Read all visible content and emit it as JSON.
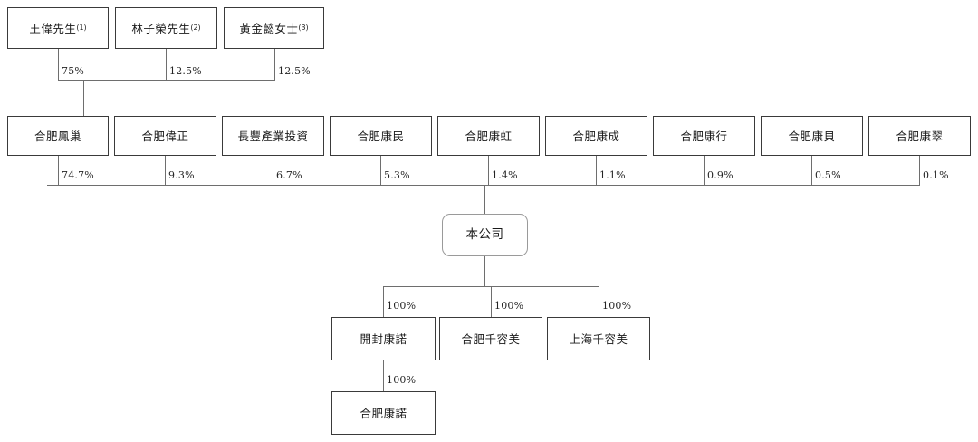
{
  "chart_data": {
    "type": "diagram",
    "title": "",
    "diagram_kind": "shareholding-structure-org-chart",
    "language": "zh-Hant",
    "levels": [
      {
        "level": 1,
        "name": "individual-shareholders",
        "nodes": [
          {
            "id": "wang",
            "label": "王偉先生",
            "footnote": "(1)",
            "stake_to_parent": "75%"
          },
          {
            "id": "lin",
            "label": "林子榮先生",
            "footnote": "(2)",
            "stake_to_parent": "12.5%"
          },
          {
            "id": "huang",
            "label": "黃金懿女士",
            "footnote": "(3)",
            "stake_to_parent": "12.5%"
          }
        ]
      },
      {
        "level": 2,
        "name": "holding-entities",
        "nodes": [
          {
            "id": "hffc",
            "label": "合肥鳳巢",
            "stake_to_company": "74.7%"
          },
          {
            "id": "hfwz",
            "label": "合肥偉正",
            "stake_to_company": "9.3%"
          },
          {
            "id": "cfcytz",
            "label": "長豐產業投資",
            "stake_to_company": "6.7%"
          },
          {
            "id": "hfkm",
            "label": "合肥康民",
            "stake_to_company": "5.3%"
          },
          {
            "id": "hfkh",
            "label": "合肥康虹",
            "stake_to_company": "1.4%"
          },
          {
            "id": "hfkc",
            "label": "合肥康成",
            "stake_to_company": "1.1%"
          },
          {
            "id": "hfkx",
            "label": "合肥康行",
            "stake_to_company": "0.9%"
          },
          {
            "id": "hfkb",
            "label": "合肥康貝",
            "stake_to_company": "0.5%"
          },
          {
            "id": "hfkt",
            "label": "合肥康翠",
            "stake_to_company": "0.1%"
          }
        ]
      },
      {
        "level": 3,
        "name": "company",
        "nodes": [
          {
            "id": "company",
            "label": "本公司"
          }
        ]
      },
      {
        "level": 4,
        "name": "subsidiaries",
        "nodes": [
          {
            "id": "kfkn",
            "label": "開封康諾",
            "stake_from_company": "100%"
          },
          {
            "id": "hfqrm",
            "label": "合肥千容美",
            "stake_from_company": "100%"
          },
          {
            "id": "shqrm",
            "label": "上海千容美",
            "stake_from_company": "100%"
          }
        ]
      },
      {
        "level": 5,
        "name": "sub-subsidiary",
        "nodes": [
          {
            "id": "hfkn",
            "label": "合肥康諾",
            "stake_from_parent": "100%",
            "parent": "kfkn"
          }
        ]
      }
    ],
    "edge_labels": [
      "75%",
      "12.5%",
      "12.5%",
      "74.7%",
      "9.3%",
      "6.7%",
      "5.3%",
      "1.4%",
      "1.1%",
      "0.9%",
      "0.5%",
      "0.1%",
      "100%",
      "100%",
      "100%",
      "100%"
    ],
    "colors": {
      "box_border": "#3a3a3a",
      "company_box_border": "#9a9a9a",
      "line": "#6e6e6e",
      "text": "#1a1a1a",
      "background": "#ffffff"
    }
  },
  "nodes": {
    "wang": {
      "label": "王偉先生",
      "sup": "(1)"
    },
    "lin": {
      "label": "林子榮先生",
      "sup": "(2)"
    },
    "huang": {
      "label": "黃金懿女士",
      "sup": "(3)"
    },
    "hffc": {
      "label": "合肥鳳巢"
    },
    "hfwz": {
      "label": "合肥偉正"
    },
    "cfcytz": {
      "label": "長豐產業投資"
    },
    "hfkm": {
      "label": "合肥康民"
    },
    "hfkh": {
      "label": "合肥康虹"
    },
    "hfkc": {
      "label": "合肥康成"
    },
    "hfkx": {
      "label": "合肥康行"
    },
    "hfkb": {
      "label": "合肥康貝"
    },
    "hfkt": {
      "label": "合肥康翠"
    },
    "company": {
      "label": "本公司"
    },
    "kfkn": {
      "label": "開封康諾"
    },
    "hfqrm": {
      "label": "合肥千容美"
    },
    "shqrm": {
      "label": "上海千容美"
    },
    "hfkn": {
      "label": "合肥康諾"
    }
  },
  "percentages": {
    "wang_to_hffc": "75%",
    "lin_to_hffc": "12.5%",
    "huang_to_hffc": "12.5%",
    "hffc_to_company": "74.7%",
    "hfwz_to_company": "9.3%",
    "cfcytz_to_company": "6.7%",
    "hfkm_to_company": "5.3%",
    "hfkh_to_company": "1.4%",
    "hfkc_to_company": "1.1%",
    "hfkx_to_company": "0.9%",
    "hfkb_to_company": "0.5%",
    "hfkt_to_company": "0.1%",
    "company_to_kfkn": "100%",
    "company_to_hfqrm": "100%",
    "company_to_shqrm": "100%",
    "kfkn_to_hfkn": "100%"
  }
}
